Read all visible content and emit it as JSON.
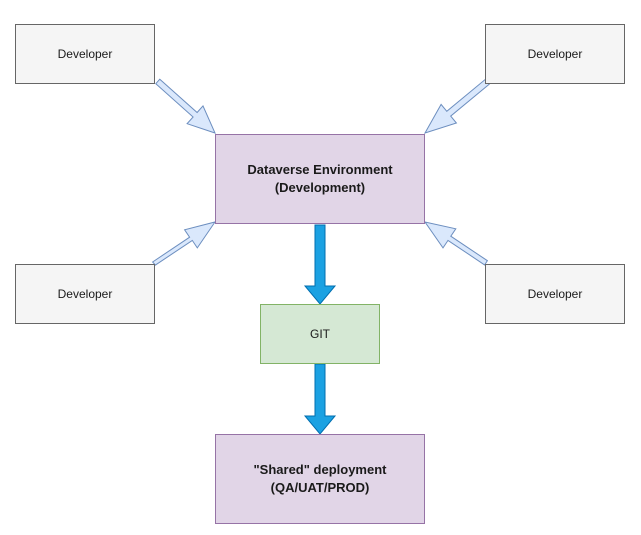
{
  "nodes": {
    "developer_top_left": "Developer",
    "developer_top_right": "Developer",
    "developer_bottom_left": "Developer",
    "developer_bottom_right": "Developer",
    "dev_env_line1": "Dataverse Environment",
    "dev_env_line2": "(Development)",
    "git": "GIT",
    "shared_line1": "\"Shared\" deployment",
    "shared_line2": "(QA/UAT/PROD)"
  },
  "colors": {
    "developer_fill": "#f5f5f5",
    "environment_fill": "#e1d5e7",
    "environment_stroke": "#9673a6",
    "git_fill": "#d5e8d4",
    "git_stroke": "#82b366",
    "input_arrow_fill": "#dae8fc",
    "input_arrow_stroke": "#6c8ebf",
    "flow_arrow_fill": "#1ba1e2",
    "flow_arrow_stroke": "#006eaf"
  }
}
